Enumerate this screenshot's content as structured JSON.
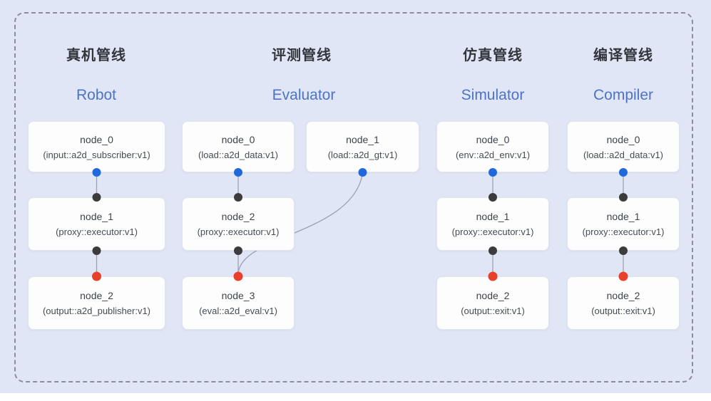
{
  "pipelines": [
    {
      "id": "robot",
      "title_zh": "真机管线",
      "title_en": "Robot",
      "nodes": [
        {
          "name": "node_0",
          "type": "(input::a2d_subscriber:v1)"
        },
        {
          "name": "node_1",
          "type": "(proxy::executor:v1)"
        },
        {
          "name": "node_2",
          "type": "(output::a2d_publisher:v1)"
        }
      ]
    },
    {
      "id": "evaluator",
      "title_zh": "评测管线",
      "title_en": "Evaluator",
      "nodes": [
        {
          "name": "node_0",
          "type": "(load::a2d_data:v1)"
        },
        {
          "name": "node_1",
          "type": "(load::a2d_gt:v1)"
        },
        {
          "name": "node_2",
          "type": "(proxy::executor:v1)"
        },
        {
          "name": "node_3",
          "type": "(eval::a2d_eval:v1)"
        }
      ]
    },
    {
      "id": "simulator",
      "title_zh": "仿真管线",
      "title_en": "Simulator",
      "nodes": [
        {
          "name": "node_0",
          "type": "(env::a2d_env:v1)"
        },
        {
          "name": "node_1",
          "type": "(proxy::executor:v1)"
        },
        {
          "name": "node_2",
          "type": "(output::exit:v1)"
        }
      ]
    },
    {
      "id": "compiler",
      "title_zh": "编译管线",
      "title_en": "Compiler",
      "nodes": [
        {
          "name": "node_0",
          "type": "(load::a2d_data:v1)"
        },
        {
          "name": "node_1",
          "type": "(proxy::executor:v1)"
        },
        {
          "name": "node_2",
          "type": "(output::exit:v1)"
        }
      ]
    }
  ],
  "edges": [
    {
      "pipeline": "robot",
      "from": "node_0",
      "to": "node_1"
    },
    {
      "pipeline": "robot",
      "from": "node_1",
      "to": "node_2"
    },
    {
      "pipeline": "evaluator",
      "from": "node_0",
      "to": "node_2"
    },
    {
      "pipeline": "evaluator",
      "from": "node_2",
      "to": "node_3"
    },
    {
      "pipeline": "evaluator",
      "from": "node_1",
      "to": "node_3"
    },
    {
      "pipeline": "simulator",
      "from": "node_0",
      "to": "node_1"
    },
    {
      "pipeline": "simulator",
      "from": "node_1",
      "to": "node_2"
    },
    {
      "pipeline": "compiler",
      "from": "node_0",
      "to": "node_1"
    },
    {
      "pipeline": "compiler",
      "from": "node_1",
      "to": "node_2"
    }
  ],
  "colors": {
    "background": "#e0e6f5",
    "card": "#fdfdfe",
    "card_border": "#e2e5ee",
    "dashed_border": "#8a8e99",
    "heading_zh": "#32363c",
    "heading_en": "#4d73c6",
    "node_text": "#3e434b",
    "edge": "#9aa3b4",
    "port_source_output": "#2268dd",
    "port_proxy": "#3c3c3e",
    "port_sink_input": "#e8402b"
  }
}
